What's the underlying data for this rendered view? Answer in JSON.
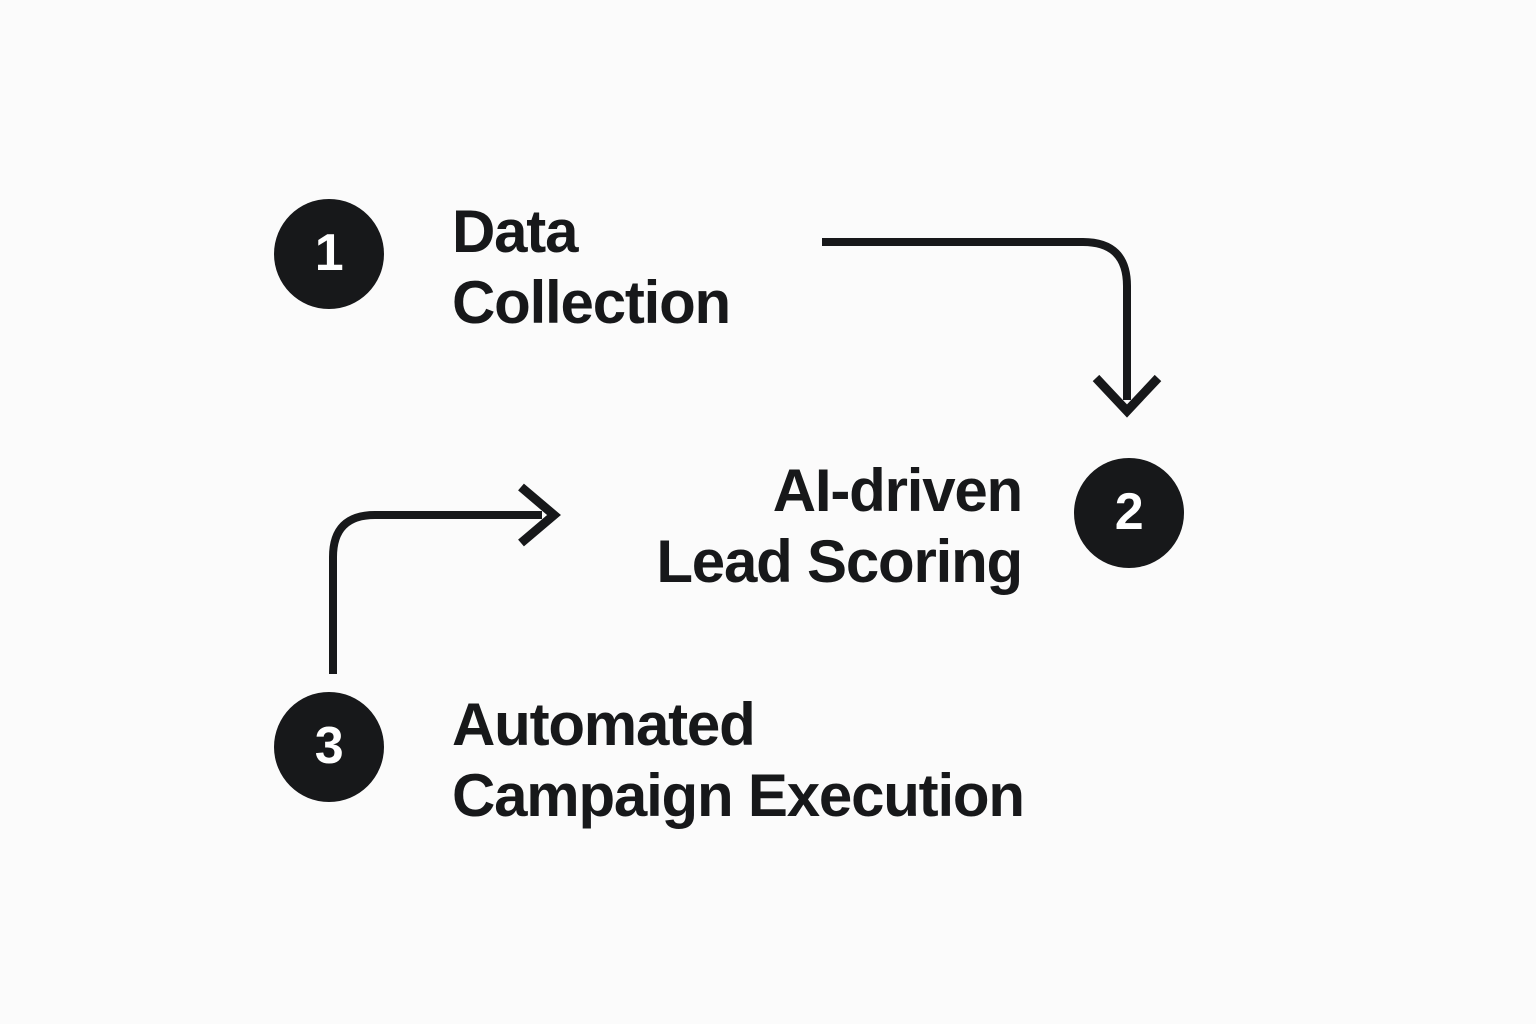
{
  "diagram": {
    "type": "numbered-process-flow",
    "background_color": "#fbfbfb",
    "ink_color": "#17181a",
    "badge_text_color": "#ffffff",
    "steps": [
      {
        "number": "1",
        "label": "Data\nCollection",
        "badge_side": "left",
        "text_align": "left"
      },
      {
        "number": "2",
        "label": "AI-driven\nLead Scoring",
        "badge_side": "right",
        "text_align": "right"
      },
      {
        "number": "3",
        "label": "Automated\nCampaign Execution",
        "badge_side": "left",
        "text_align": "left"
      }
    ],
    "connectors": [
      {
        "id": "connector-1-to-2",
        "from_step": "1",
        "to_step": "2",
        "shape": "right-then-down",
        "arrow_direction": "down"
      },
      {
        "id": "connector-3-to-2",
        "from_step": "3",
        "to_step": "2",
        "shape": "up-then-right",
        "arrow_direction": "right"
      }
    ]
  }
}
